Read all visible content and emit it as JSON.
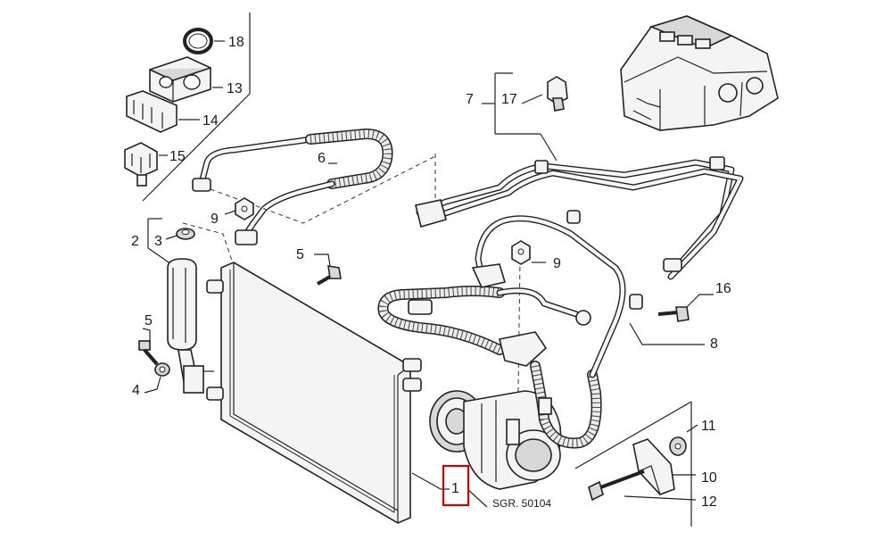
{
  "diagram": {
    "reference_code": "SGR. 50104",
    "highlighted_callout": "1",
    "highlight_color": "#cc0000",
    "callouts": {
      "c1": "1",
      "c2": "2",
      "c3": "3",
      "c4": "4",
      "c5a": "5",
      "c5b": "5",
      "c6": "6",
      "c7": "7",
      "c8": "8",
      "c9a": "9",
      "c9b": "9",
      "c10": "10",
      "c11": "11",
      "c12": "12",
      "c13": "13",
      "c14": "14",
      "c15": "15",
      "c16": "16",
      "c17": "17",
      "c18": "18"
    }
  }
}
